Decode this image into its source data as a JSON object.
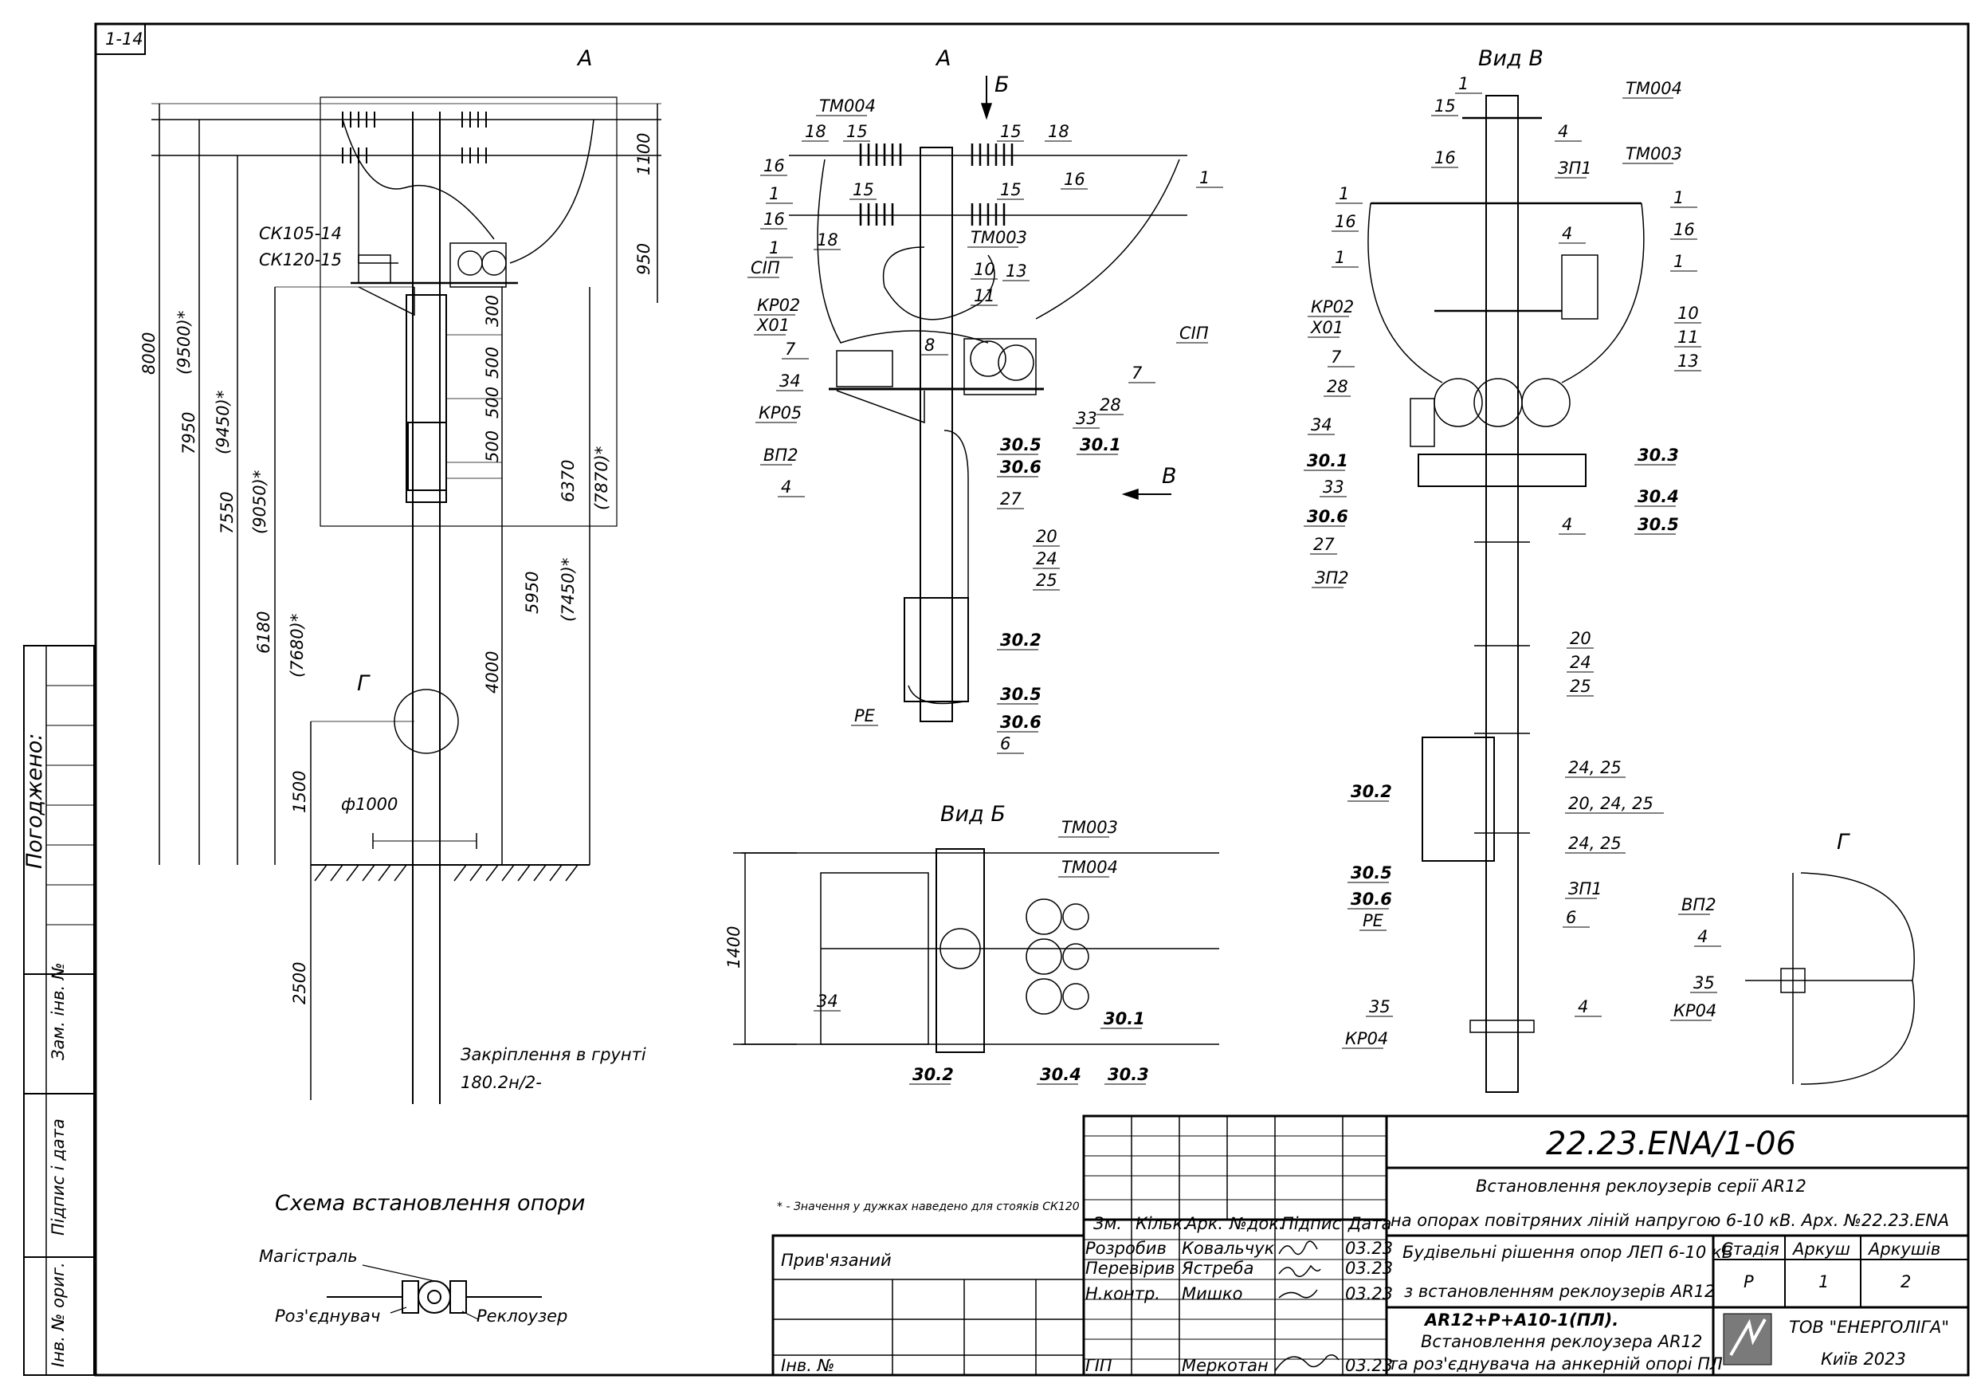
{
  "sheet": {
    "sheet_no": "1-14",
    "agreed": "Погоджено:",
    "side_rows": [
      "Зам. інв. №",
      "Підпис і дата",
      "Інв. № ориг."
    ]
  },
  "view_a_left": {
    "section": "А",
    "callouts": [
      "СК105-14",
      "СК120-15"
    ],
    "dims": [
      "8000",
      "(9500)*",
      "7950",
      "(9450)*",
      "7550",
      "(9050)*",
      "6180",
      "(7680)*",
      "1100",
      "950",
      "300",
      "500",
      "500",
      "500",
      "6370",
      "(7870)*",
      "5950",
      "(7450)*",
      "4000",
      "1500",
      "2500"
    ],
    "node": "Г",
    "diameter": "ф1000",
    "anchoring": "Закріплення в грунті",
    "anchoring_code": "180.2н/2-"
  },
  "view_a_center": {
    "title": "А",
    "arrow_b": "Б",
    "arrow_v": "В",
    "labels": [
      "ТМ004",
      "18",
      "15",
      "15",
      "18",
      "16",
      "1",
      "15",
      "15",
      "16",
      "1",
      "16",
      "18",
      "ТМ003",
      "1",
      "13",
      "СІП",
      "10",
      "КР02",
      "11",
      "Х01",
      "7",
      "СІП",
      "34",
      "8",
      "7",
      "КР05",
      "33",
      "28",
      "ВП2",
      "30.5",
      "30.1",
      "4",
      "30.6",
      "27",
      "20",
      "24",
      "25",
      "30.2",
      "30.5",
      "РЕ",
      "30.6",
      "6"
    ]
  },
  "view_v": {
    "title": "Вид В",
    "labels": [
      "1",
      "ТМ004",
      "15",
      "4",
      "16",
      "ЗП1",
      "ТМ003",
      "1",
      "1",
      "16",
      "16",
      "4",
      "1",
      "1",
      "КР02",
      "10",
      "Х01",
      "11",
      "7",
      "13",
      "28",
      "34",
      "30.1",
      "30.3",
      "33",
      "30.4",
      "30.6",
      "4",
      "30.5",
      "27",
      "ЗП2",
      "20",
      "24",
      "25",
      "24, 25",
      "30.2",
      "20, 24, 25",
      "24, 25",
      "30.5",
      "ЗП1",
      "30.6",
      "РЕ",
      "6",
      "35",
      "4",
      "КР04"
    ]
  },
  "view_b": {
    "title": "Вид Б",
    "dim": "1400",
    "labels": [
      "ТМ003",
      "ТМ004",
      "34",
      "30.1",
      "30.2",
      "30.4",
      "30.3"
    ]
  },
  "view_g": {
    "title": "Г",
    "labels": [
      "ВП2",
      "4",
      "35",
      "КР04"
    ]
  },
  "scheme": {
    "title": "Схема встановлення опори",
    "mainline": "Магістраль",
    "disconnector": "Роз'єднувач",
    "recloser": "Реклоузер"
  },
  "footnote": "* - Значення у дужках наведено для стояків СК120",
  "stamp": {
    "code": "22.23.ENA/1-06",
    "title_line1": "Встановлення реклоузерів серії AR12",
    "title_line2": "на опорах повітряних ліній напругою 6-10 кВ. Арх. №22.23.ENA",
    "section_line1": "Будівельні рішення опор ЛЕП 6-10 кВ",
    "section_line2": "з встановленням реклоузерів AR12",
    "sheet_title1": "AR12+P+A10-1(ПЛ).",
    "sheet_title2": "Встановлення реклоузера AR12",
    "sheet_title3": "та роз'єднувача на анкерній опорі ПЛ",
    "col_headers": [
      "Зм.",
      "Кільк.",
      "Арк.",
      "№док.",
      "Підпис",
      "Дата"
    ],
    "rows": [
      {
        "role": "Розробив",
        "name": "Ковальчук",
        "date": "03.23"
      },
      {
        "role": "Перевірив",
        "name": "Ястреба",
        "date": "03.23"
      },
      {
        "role": "Н.контр.",
        "name": "Мишко",
        "date": "03.23"
      },
      {
        "role": "ГІП",
        "name": "Меркотан",
        "date": "03.23"
      }
    ],
    "stage_label": "Стадія",
    "stage": "Р",
    "sheet_label": "Аркуш",
    "sheet": "1",
    "sheets_label": "Аркушів",
    "sheets": "2",
    "company": "ТОВ \"ЕНЕРГОЛІГА\"",
    "city": "Київ 2023",
    "linked": "Прив'язаний",
    "inv": "Інв. №"
  }
}
